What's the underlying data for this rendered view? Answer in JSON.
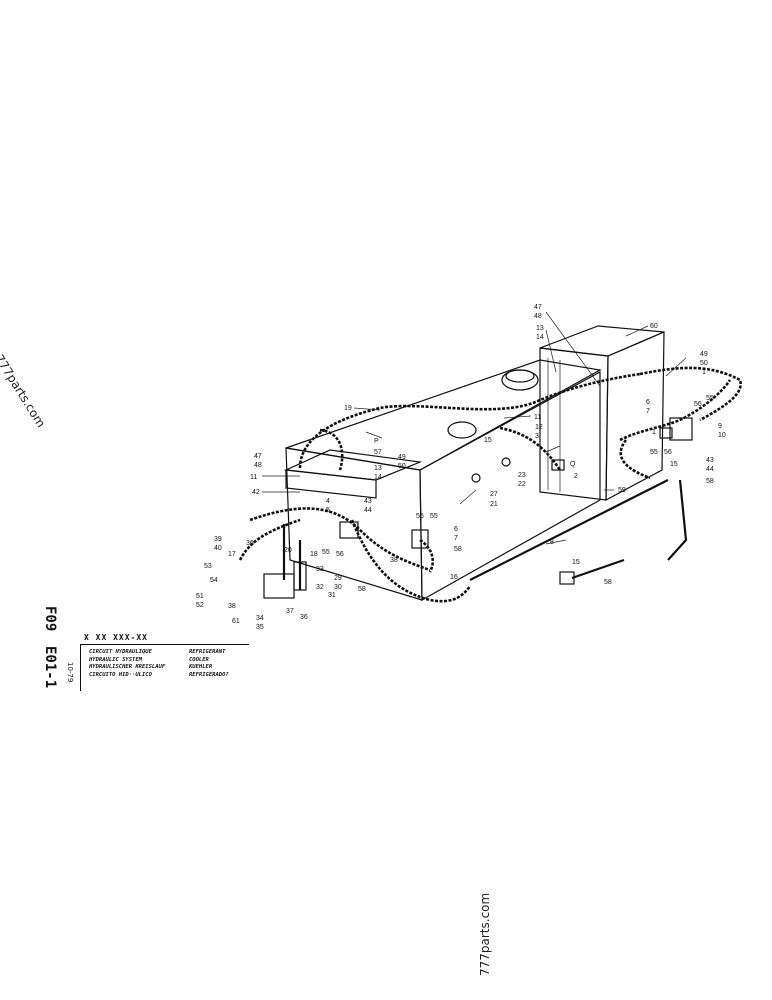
{
  "watermark": {
    "diagonal": "777parts.com",
    "vertical": "777parts.com"
  },
  "sheet": {
    "group_code": "F09",
    "page_code": "E01-1",
    "date": "10-79",
    "part_no": "X XX XXX-XX"
  },
  "title_block": {
    "left": [
      "CIRCUIT HYDRAULIQUE",
      "HYDRAULIC SYSTEM",
      "HYDRAULISCHER KREISLAUF",
      "CIRCUITO HID··ULICO"
    ],
    "right": [
      "REFRIGERANT",
      "COOLER",
      "KUEHLER",
      "REFRIGERADO?"
    ]
  },
  "callouts": {
    "c47a": "47",
    "c48a": "48",
    "c13a": "13",
    "c14a": "14",
    "c60": "60",
    "c49a": "49",
    "c50a": "50",
    "c1": "1",
    "c55a": "55",
    "c56a": "56",
    "c6a": "6",
    "c7a": "7",
    "c19": "19",
    "c11a": "11",
    "c12": "12",
    "c3": "3",
    "c15a": "15",
    "cQ": "Q",
    "c2": "2",
    "c23": "23",
    "c22": "22",
    "cP": "P",
    "c57": "57",
    "c47b": "47",
    "c48b": "48",
    "c11b": "11",
    "c13b": "13",
    "c14b": "14",
    "c49b": "49",
    "c50b": "50",
    "c27": "27",
    "c21": "21",
    "c59": "59",
    "c9": "9",
    "c10": "10",
    "c55b": "55",
    "c56b": "56",
    "c15b": "15",
    "c43a": "43",
    "c44a": "44",
    "c58a": "58",
    "c42": "42",
    "c4": "4",
    "c5": "5",
    "c43b": "43",
    "c44b": "44",
    "c56c": "56",
    "c55c": "55",
    "c6b": "6",
    "c7b": "7",
    "c58b": "58",
    "c8": "8",
    "c39": "39",
    "c40": "40",
    "c36a": "36",
    "c17": "17",
    "c20": "20",
    "c18": "18",
    "c55d": "55",
    "c56d": "56",
    "c38a": "38",
    "c53": "53",
    "c54": "54",
    "c33": "33",
    "c29": "29",
    "c30": "30",
    "c32": "32",
    "c31": "31",
    "c58c": "58",
    "c16": "16",
    "c51": "51",
    "c52": "52",
    "c38b": "38",
    "c61": "61",
    "c34": "34",
    "c35": "35",
    "c37": "37",
    "c36b": "36",
    "c15c": "15",
    "c58d": "58",
    "c1b": "1"
  }
}
